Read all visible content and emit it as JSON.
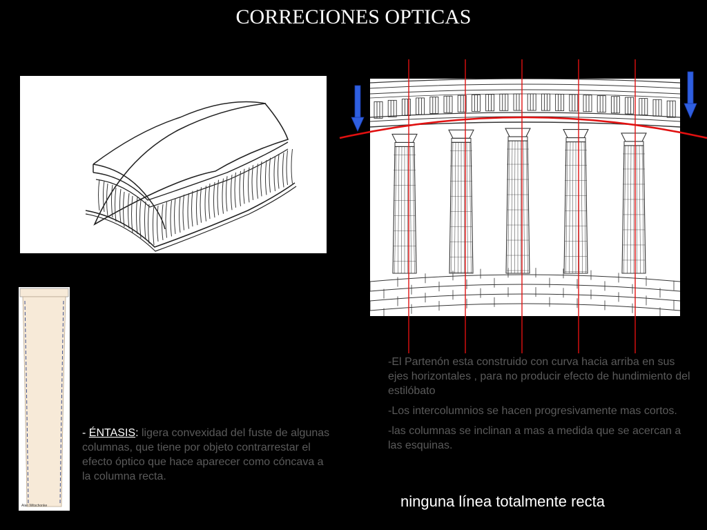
{
  "slide": {
    "title": "CORRECIONES OPTICAS"
  },
  "column_illustration": {
    "credit": "Alan Witschonke"
  },
  "entasis": {
    "dash": "- ",
    "term": "ÉNTASIS",
    "colon": ":",
    "definition": " ligera convexidad del fuste de algunas columnas, que tiene por objeto contrarrestar el efecto óptico que hace aparecer como cóncava a la columna recta."
  },
  "notes": [
    "-El Partenón esta construido con curva hacia arriba en sus ejes horizontales , para no producir efecto de hundimiento del estilóbato",
    "-Los intercolumnios  se hacen progresivamente mas cortos.",
    "-las columnas se inclinan a mas a medida que se acercan a las esquinas."
  ],
  "conclusion": "ninguna línea totalmente recta",
  "colors": {
    "background": "#000000",
    "guide_lines": "#e01010",
    "arrows": "#2f5fe0",
    "column_fill": "#f7ead8"
  }
}
